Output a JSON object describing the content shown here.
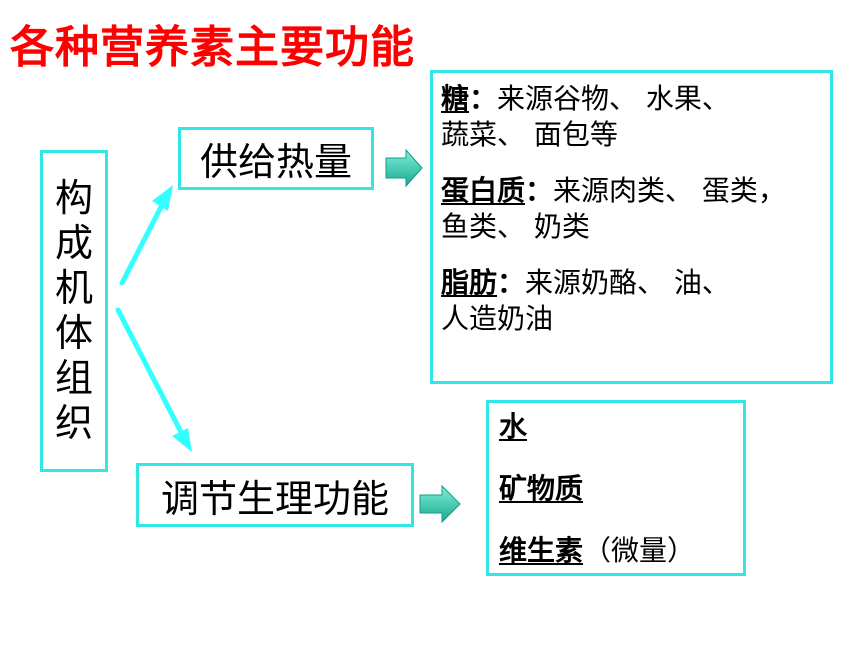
{
  "title": "各种营养素主要功能",
  "left_box": {
    "chars": [
      "构",
      "成",
      "机",
      "体",
      "组",
      "织"
    ]
  },
  "heat_box": {
    "label": "供给热量"
  },
  "regulate_box": {
    "label": "调节生理功能"
  },
  "sources_box": {
    "paragraphs": [
      {
        "term": "糖",
        "separator": "：",
        "lines": [
          "来源谷物、 水果、",
          "蔬菜、 面包等"
        ]
      },
      {
        "term": "蛋白质",
        "separator": "：",
        "lines": [
          "来源肉类、 蛋类，",
          "鱼类、 奶类"
        ]
      },
      {
        "term": "脂肪",
        "separator": "：",
        "lines": [
          "来源奶酪、 油、",
          "人造奶油"
        ]
      }
    ]
  },
  "minerals_box": {
    "items": [
      {
        "term": "水",
        "note": ""
      },
      {
        "term": "矿物质",
        "note": ""
      },
      {
        "term": "维生素",
        "note": "（微量）"
      }
    ]
  },
  "colors": {
    "title": "#ff0000",
    "box_border": "#33e6e6",
    "arrow": "#33ffff",
    "block_arrow": "#2ab8a0"
  }
}
